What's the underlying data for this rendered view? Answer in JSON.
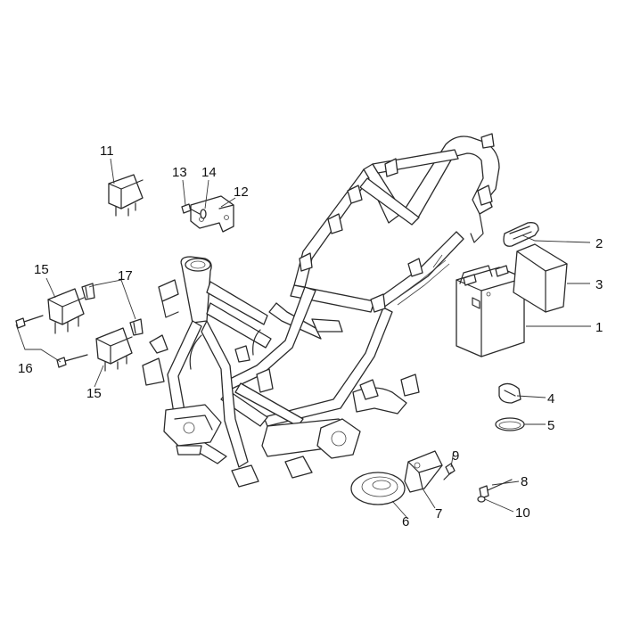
{
  "callouts": [
    {
      "id": "c1",
      "text": "1"
    },
    {
      "id": "c2",
      "text": "2"
    },
    {
      "id": "c3",
      "text": "3"
    },
    {
      "id": "c4",
      "text": "4"
    },
    {
      "id": "c5",
      "text": "5"
    },
    {
      "id": "c6",
      "text": "6"
    },
    {
      "id": "c7",
      "text": "7"
    },
    {
      "id": "c8",
      "text": "8"
    },
    {
      "id": "c9",
      "text": "9"
    },
    {
      "id": "c10",
      "text": "10"
    },
    {
      "id": "c11",
      "text": "11"
    },
    {
      "id": "c12",
      "text": "12"
    },
    {
      "id": "c13",
      "text": "13"
    },
    {
      "id": "c14",
      "text": "14"
    },
    {
      "id": "c15a",
      "text": "15"
    },
    {
      "id": "c15b",
      "text": "15"
    },
    {
      "id": "c16",
      "text": "16"
    },
    {
      "id": "c17",
      "text": "17"
    }
  ]
}
